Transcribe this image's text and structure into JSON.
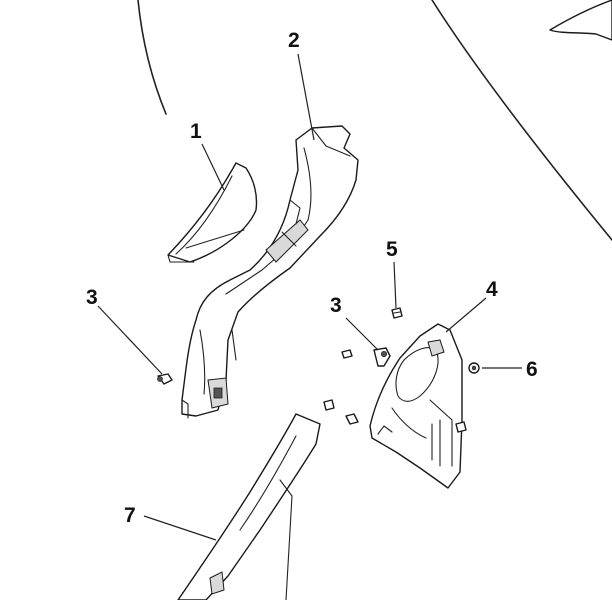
{
  "callouts": [
    {
      "id": "1",
      "label": "1"
    },
    {
      "id": "2",
      "label": "2"
    },
    {
      "id": "3a",
      "label": "3"
    },
    {
      "id": "3b",
      "label": "3"
    },
    {
      "id": "4",
      "label": "4"
    },
    {
      "id": "5",
      "label": "5"
    },
    {
      "id": "6",
      "label": "6"
    },
    {
      "id": "7",
      "label": "7"
    }
  ]
}
